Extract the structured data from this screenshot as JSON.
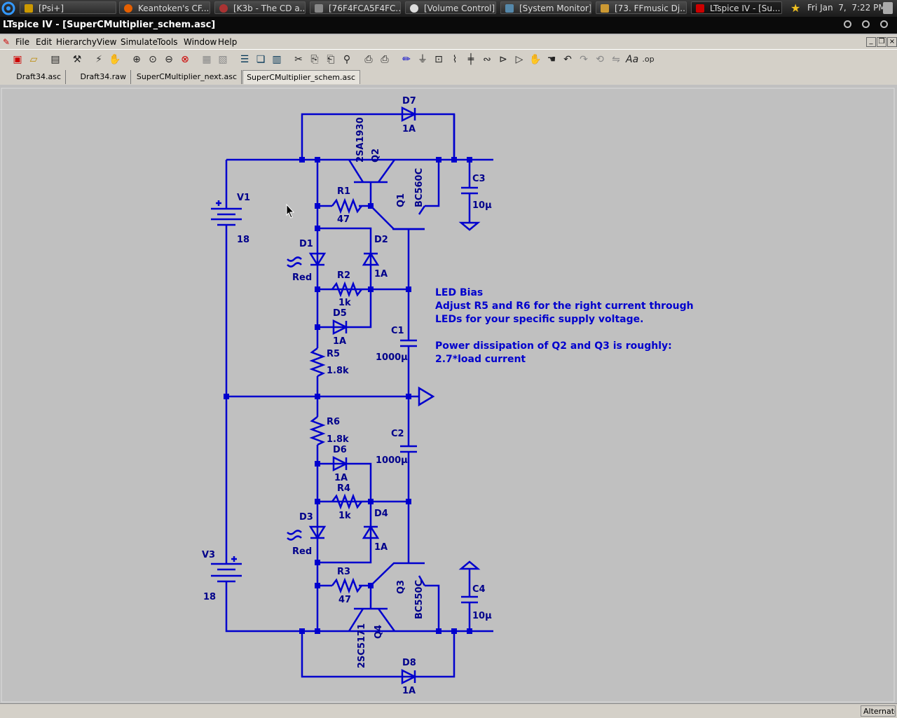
{
  "taskbar": {
    "tasks": [
      {
        "label": "[Psi+]",
        "icon": "star-icon"
      },
      {
        "label": "Keantoken's CF...",
        "icon": "firefox-icon"
      },
      {
        "label": "[K3b - The CD a...",
        "icon": "k3b-icon"
      },
      {
        "label": "[76F4FCA5F4FC...",
        "icon": "drive-icon"
      },
      {
        "label": "[Volume Control]",
        "icon": "volume-icon"
      },
      {
        "label": "[System Monitor]",
        "icon": "monitor-icon"
      },
      {
        "label": "[73. FFmusic Dj...",
        "icon": "music-icon"
      },
      {
        "label": "LTspice IV - [Su...",
        "icon": "ltspice-icon"
      }
    ],
    "clock": "Fri Jan  7,  7:22 PM"
  },
  "window": {
    "title": "LTspice IV - [SuperCMultiplier_schem.asc]"
  },
  "menu": [
    "File",
    "Edit",
    "Hierarchy",
    "View",
    "Simulate",
    "Tools",
    "Window",
    "Help"
  ],
  "tabs": [
    "Draft34.asc",
    "Draft34.raw",
    "SuperCMultiplier_next.asc",
    "SuperCMultiplier_schem.asc"
  ],
  "status": {
    "mode": "Alternate"
  },
  "accent": {
    "wire": "#0000cd",
    "junction": "#0000cd",
    "label": "#00008b"
  },
  "schematic": {
    "components": [
      {
        "ref": "D7",
        "value": "1A"
      },
      {
        "ref": "Q2",
        "value": "2SA1930"
      },
      {
        "ref": "C3",
        "value": "10µ"
      },
      {
        "ref": "V1",
        "value": "18"
      },
      {
        "ref": "R1",
        "value": "47"
      },
      {
        "ref": "Q1",
        "value": "BC560C"
      },
      {
        "ref": "D1",
        "value": "Red"
      },
      {
        "ref": "D2",
        "value": "1A"
      },
      {
        "ref": "R2",
        "value": "1k"
      },
      {
        "ref": "D5",
        "value": "1A"
      },
      {
        "ref": "C1",
        "value": "1000µ"
      },
      {
        "ref": "R5",
        "value": "1.8k"
      },
      {
        "ref": "R6",
        "value": "1.8k"
      },
      {
        "ref": "C2",
        "value": "1000µ"
      },
      {
        "ref": "D6",
        "value": "1A"
      },
      {
        "ref": "R4",
        "value": "1k"
      },
      {
        "ref": "D3",
        "value": "Red"
      },
      {
        "ref": "D4",
        "value": "1A"
      },
      {
        "ref": "V3",
        "value": "18"
      },
      {
        "ref": "R3",
        "value": "47"
      },
      {
        "ref": "Q3",
        "value": "BC550C"
      },
      {
        "ref": "C4",
        "value": "10µ"
      },
      {
        "ref": "Q4",
        "value": "2SC5171"
      },
      {
        "ref": "D8",
        "value": "1A"
      }
    ],
    "notes": [
      "LED Bias",
      "Adjust R5 and R6 for the right current through",
      "LEDs for your specific supply voltage.",
      "Power dissipation of Q2 and Q3 is roughly:",
      "2.7*load current"
    ]
  }
}
